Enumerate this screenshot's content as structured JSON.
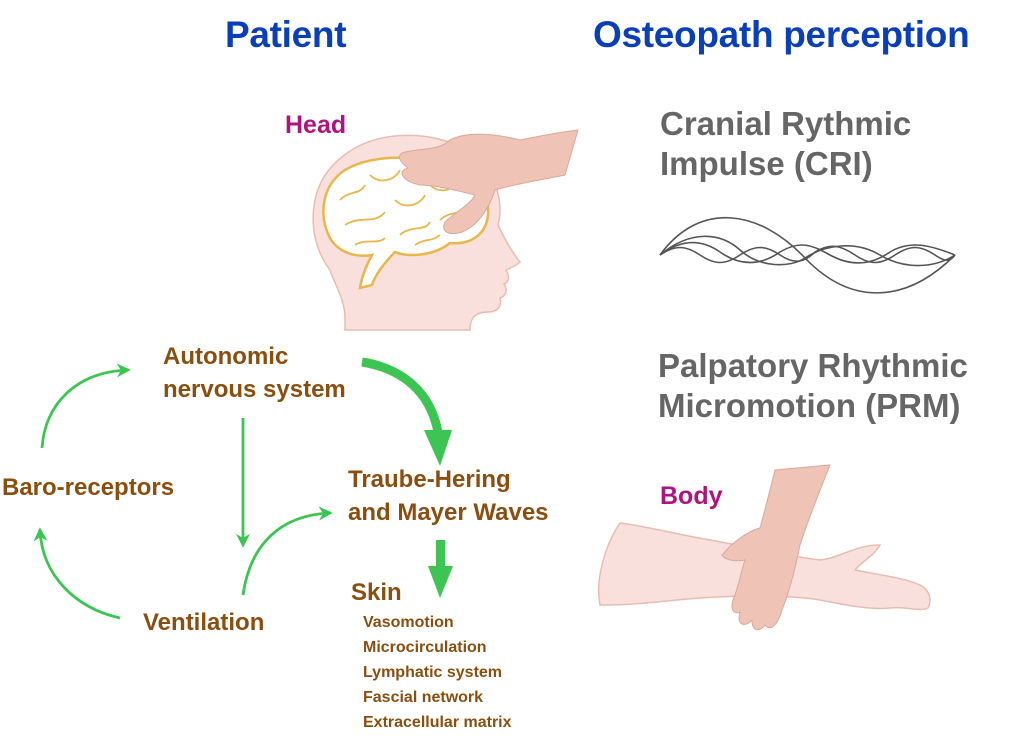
{
  "headers": {
    "patient": "Patient",
    "osteopath": "Osteopath perception"
  },
  "patient": {
    "head_label": "Head",
    "body_label": "Body",
    "nodes": {
      "autonomic": [
        "Autonomic",
        "nervous system"
      ],
      "baroreceptors": "Baro-receptors",
      "ventilation": "Ventilation",
      "traube": [
        "Traube-Hering",
        "and Mayer Waves"
      ],
      "skin": "Skin"
    },
    "skin_items": [
      "Vasomotion",
      "Microcirculation",
      "Lymphatic system",
      "Fascial network",
      "Extracellular matrix"
    ]
  },
  "osteopath": {
    "cri": [
      "Cranial Rythmic",
      "Impulse (CRI)"
    ],
    "prm": [
      "Palpatory Rhythmic",
      "Micromotion (PRM)"
    ]
  },
  "colors": {
    "title_blue": "#0a3fb8",
    "label_brown": "#8a4e0f",
    "label_magenta": "#b0127f",
    "text_grey": "#666666",
    "arrow_green": "#3cc552",
    "skin_fill": "#f9e0dc",
    "hand_fill": "#efc4b6",
    "brain_outline": "#e8b64a"
  }
}
